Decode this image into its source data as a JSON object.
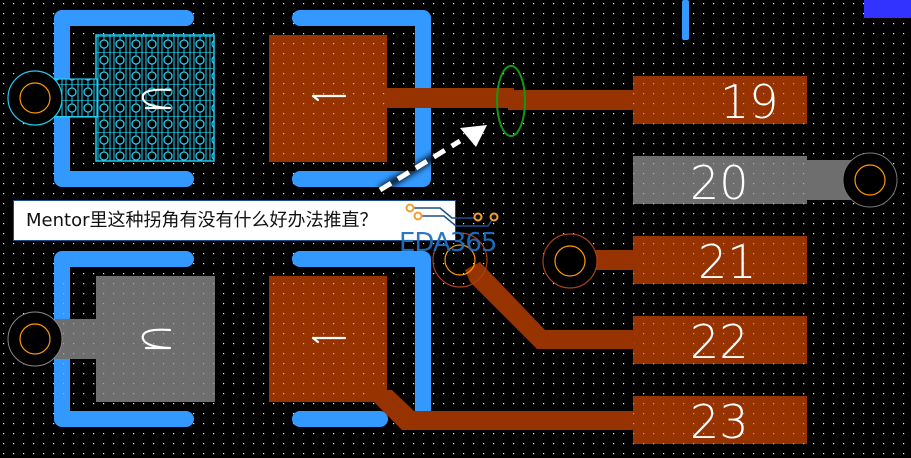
{
  "app": "Mentor PCB layout view",
  "colors": {
    "background": "#000000",
    "grid_dot": "#ffffff",
    "copper_top": "#973300",
    "copper_selected": "#6e6e6e",
    "silkscreen_outline": "#3399ff",
    "hatched_fill": "#22ccee",
    "via_ring_inner": "#ff9900",
    "via_ring_outer_top": "#a8401a",
    "highlight_ellipse": "#119911",
    "arrow": "#ffffff",
    "corner_marker": "#3333ff"
  },
  "components": [
    {
      "ref": "left-top-cap",
      "pads": [
        {
          "num": "2",
          "state": "hatched"
        },
        {
          "num": "1",
          "state": "copper"
        }
      ]
    },
    {
      "ref": "left-bottom-cap",
      "pads": [
        {
          "num": "2",
          "state": "selected-gray"
        },
        {
          "num": "1",
          "state": "copper"
        }
      ]
    }
  ],
  "connector_pads": [
    {
      "num": "19",
      "state": "copper"
    },
    {
      "num": "20",
      "state": "selected-gray"
    },
    {
      "num": "21",
      "state": "copper"
    },
    {
      "num": "22",
      "state": "copper"
    },
    {
      "num": "23",
      "state": "copper"
    }
  ],
  "annotation": {
    "question": "Mentor里这种拐角有没有什么好办法推直？",
    "highlight": "green ellipse around trace kink between pad 1 and pad 19",
    "arrow": "dashed white arrow pointing to highlighted kink"
  },
  "watermark": "EDA365"
}
